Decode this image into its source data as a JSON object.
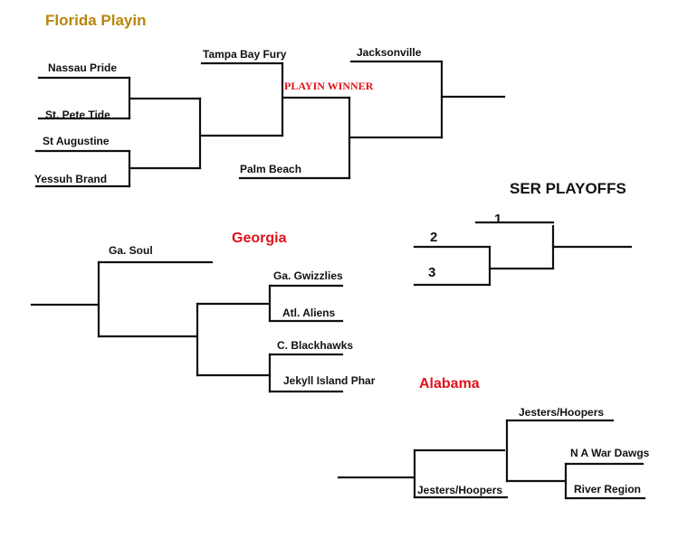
{
  "colors": {
    "florida": "#b8860b",
    "red": "#e0121b",
    "black": "#111111"
  },
  "florida": {
    "title": "Florida Playin",
    "teams": [
      "Nassau Pride",
      "St. Pete Tide",
      "St Augustine",
      "Yessuh Brand",
      "Tampa Bay Fury",
      "Palm Beach",
      "Jacksonville"
    ],
    "playin_winner": "PLAYIN WINNER"
  },
  "ser": {
    "title": "SER PLAYOFFS",
    "seeds": [
      "1",
      "2",
      "3"
    ]
  },
  "georgia": {
    "title": "Georgia",
    "teams": [
      "Ga. Soul",
      "Ga. Gwizzlies",
      "Atl. Aliens",
      "C. Blackhawks",
      "Jekyll Island Phar"
    ]
  },
  "alabama": {
    "title": "Alabama",
    "teams": [
      "Jesters/Hoopers",
      "N A War Dawgs",
      "River Region",
      "Jesters/Hoopers"
    ]
  }
}
